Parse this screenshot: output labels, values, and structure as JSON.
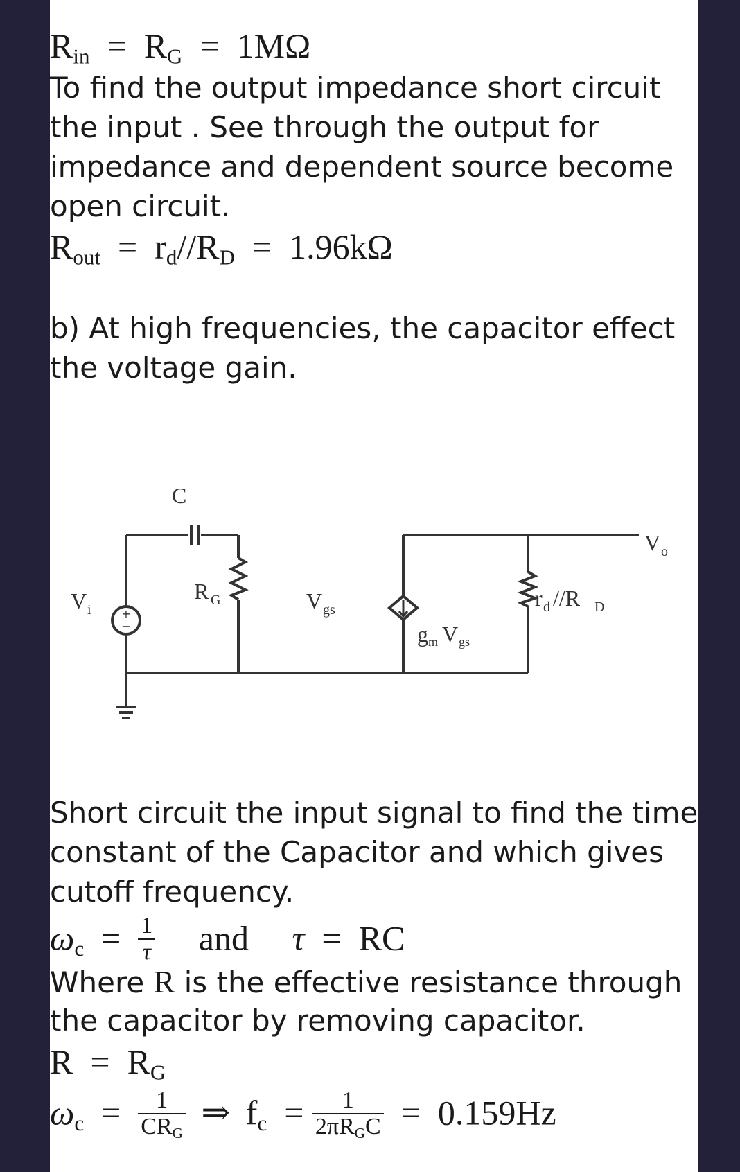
{
  "section_a": {
    "rin_lhs": "R",
    "rin_lhs_sub": "in",
    "rin_mid": "R",
    "rin_mid_sub": "G",
    "rin_value": "1MΩ",
    "explanation_line1": "To find the output impedance short circuit",
    "explanation_line2": "the input . See through the output for",
    "explanation_line3": "impedance and dependent source become",
    "explanation_line4": "open circuit.",
    "rout_lhs": "R",
    "rout_lhs_sub": "out",
    "rout_rd": "r",
    "rout_rd_sub": "d",
    "rout_slash": "//",
    "rout_rD": "R",
    "rout_rD_sub": "D",
    "rout_value": "1.96kΩ"
  },
  "section_b": {
    "line1": "b) At high frequencies, the capacitor effect",
    "line2": "the voltage gain."
  },
  "circuit": {
    "cap_label": "C",
    "vin_label": "V",
    "vin_sub": "i",
    "rg_label": "R",
    "rg_sub": "G",
    "vgs_label": "V",
    "vgs_sub": "gs",
    "gm_label": "g",
    "gm_sub": "m",
    "gm_v": "V",
    "gm_v_sub": "gs",
    "rd_label": "r",
    "rd_sub": "d",
    "rd_mid": "//R",
    "rd_D_sub": "D",
    "vo_label": "V",
    "vo_sub": "o"
  },
  "section_c": {
    "line1": "Short circuit the input signal to find the time",
    "line2": "constant of the Capacitor and which gives",
    "line3": "cutoff frequency.",
    "omega": "ω",
    "omega_sub": "c",
    "frac1_num": "1",
    "frac1_den": "τ",
    "and_word": "and",
    "tau": "τ",
    "tau_rhs": "RC",
    "where_pre": "Where ",
    "where_R": "R",
    "where_post": " is the effective resistance through",
    "line_capacitor": "the capacitor by removing capacitor.",
    "r_lhs": "R",
    "r_rhs": "R",
    "r_rhs_sub": "G",
    "final_omega": "ω",
    "final_omega_sub": "c",
    "final_frac_num": "1",
    "final_frac_den": "CR",
    "final_frac_den_sub": "G",
    "arrow": "⇒",
    "fc": "f",
    "fc_sub": "c",
    "final2_num": "1",
    "final2_den": "2πR",
    "final2_den_sub": "G",
    "final2_den_end": "C",
    "result": "0.159Hz"
  }
}
